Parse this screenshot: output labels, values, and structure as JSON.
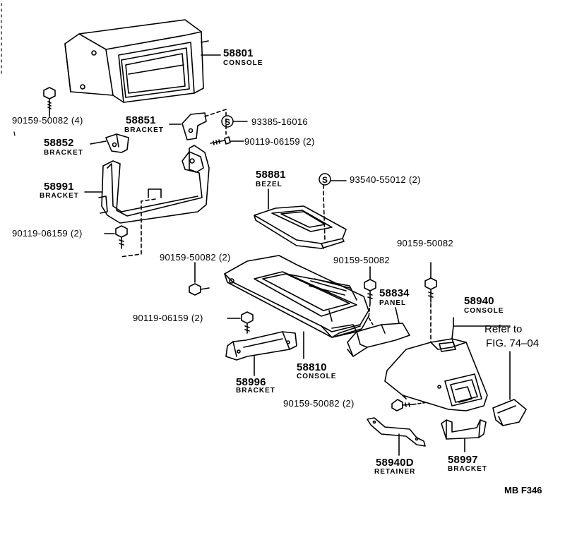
{
  "diagram": {
    "code": "MB F346",
    "reference": {
      "line1": "Refer to",
      "line2": "FIG. 74–04"
    },
    "parts": [
      {
        "id": "58801",
        "number": "58801",
        "name": "CONSOLE"
      },
      {
        "id": "58851",
        "number": "58851",
        "name": "BRACKET"
      },
      {
        "id": "58852",
        "number": "58852",
        "name": "BRACKET"
      },
      {
        "id": "58991",
        "number": "58991",
        "name": "BRACKET"
      },
      {
        "id": "58881",
        "number": "58881",
        "name": "BEZEL"
      },
      {
        "id": "58834",
        "number": "58834",
        "name": "PANEL"
      },
      {
        "id": "58940",
        "number": "58940",
        "name": "CONSOLE"
      },
      {
        "id": "58810",
        "number": "58810",
        "name": "CONSOLE"
      },
      {
        "id": "58996",
        "number": "58996",
        "name": "BRACKET"
      },
      {
        "id": "58940D",
        "number": "58940D",
        "name": "RETAINER"
      },
      {
        "id": "58997",
        "number": "58997",
        "name": "BRACKET"
      }
    ],
    "fasteners": [
      "90159-50082 (4)",
      "93385-16016",
      "90119-06159 (2)",
      "93540-55012 (2)",
      "90119-06159 (2)",
      "90159-50082 (2)",
      "90159-50082",
      "90159-50082",
      "90119-06159 (2)",
      "90159-50082 (2)"
    ],
    "symbols": {
      "s": "S"
    }
  }
}
